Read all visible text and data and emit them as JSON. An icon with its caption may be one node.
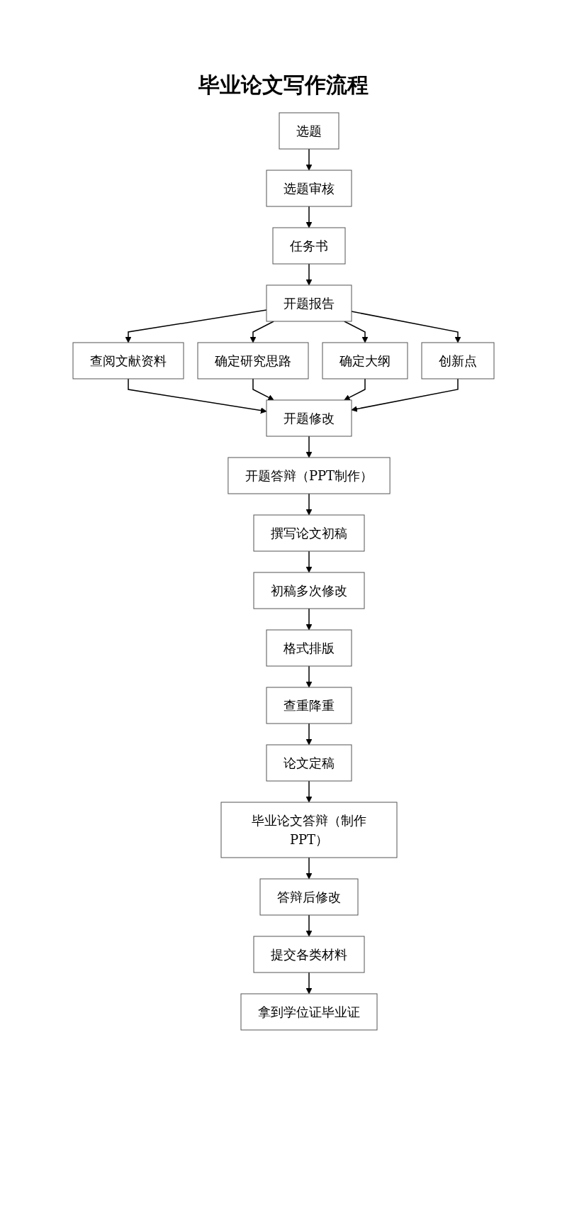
{
  "diagram": {
    "title": "毕业论文写作流程",
    "nodes": [
      {
        "text": [
          "选题"
        ]
      },
      {
        "text": [
          "选题审核"
        ]
      },
      {
        "text": [
          "任务书"
        ]
      },
      {
        "text": [
          "开题报告"
        ]
      },
      {
        "text": [
          "查阅文献资料"
        ]
      },
      {
        "text": [
          "确定研究思路"
        ]
      },
      {
        "text": [
          "确定大纲"
        ]
      },
      {
        "text": [
          "创新点"
        ]
      },
      {
        "text": [
          "开题修改"
        ]
      },
      {
        "text": [
          "开题答辩（PPT制作）"
        ]
      },
      {
        "text": [
          "撰写论文初稿"
        ]
      },
      {
        "text": [
          "初稿多次修改"
        ]
      },
      {
        "text": [
          "格式排版"
        ]
      },
      {
        "text": [
          "查重降重"
        ]
      },
      {
        "text": [
          "论文定稿"
        ]
      },
      {
        "text": [
          "毕业论文答辩（制作PPT）"
        ]
      },
      {
        "text": [
          "答辩后修改"
        ]
      },
      {
        "text": [
          "提交各类材料"
        ]
      },
      {
        "text": [
          "拿到学位证毕业证"
        ]
      }
    ],
    "edges": [
      {
        "from": 0,
        "to": 1,
        "arrow": "to"
      },
      {
        "from": 1,
        "to": 2,
        "arrow": "to"
      },
      {
        "from": 2,
        "to": 3,
        "arrow": "to"
      },
      {
        "from": 3,
        "to": 4,
        "arrow": "to"
      },
      {
        "from": 3,
        "to": 5,
        "arrow": "to"
      },
      {
        "from": 3,
        "to": 6,
        "arrow": "to"
      },
      {
        "from": 3,
        "to": 7,
        "arrow": "to"
      },
      {
        "from": 4,
        "to": 8,
        "arrow": "to"
      },
      {
        "from": 5,
        "to": 8,
        "arrow": "to"
      },
      {
        "from": 6,
        "to": 8,
        "arrow": "to"
      },
      {
        "from": 7,
        "to": 8,
        "arrow": "to"
      },
      {
        "from": 8,
        "to": 9,
        "arrow": "to"
      },
      {
        "from": 9,
        "to": 10,
        "arrow": "to"
      },
      {
        "from": 10,
        "to": 11,
        "arrow": "to"
      },
      {
        "from": 11,
        "to": 12,
        "arrow": "to"
      },
      {
        "from": 12,
        "to": 13,
        "arrow": "to"
      },
      {
        "from": 13,
        "to": 14,
        "arrow": "to"
      },
      {
        "from": 14,
        "to": 15,
        "arrow": "to"
      },
      {
        "from": 15,
        "to": 16,
        "arrow": "to"
      },
      {
        "from": 16,
        "to": 17,
        "arrow": "to"
      },
      {
        "from": 17,
        "to": 18,
        "arrow": "to"
      }
    ]
  }
}
